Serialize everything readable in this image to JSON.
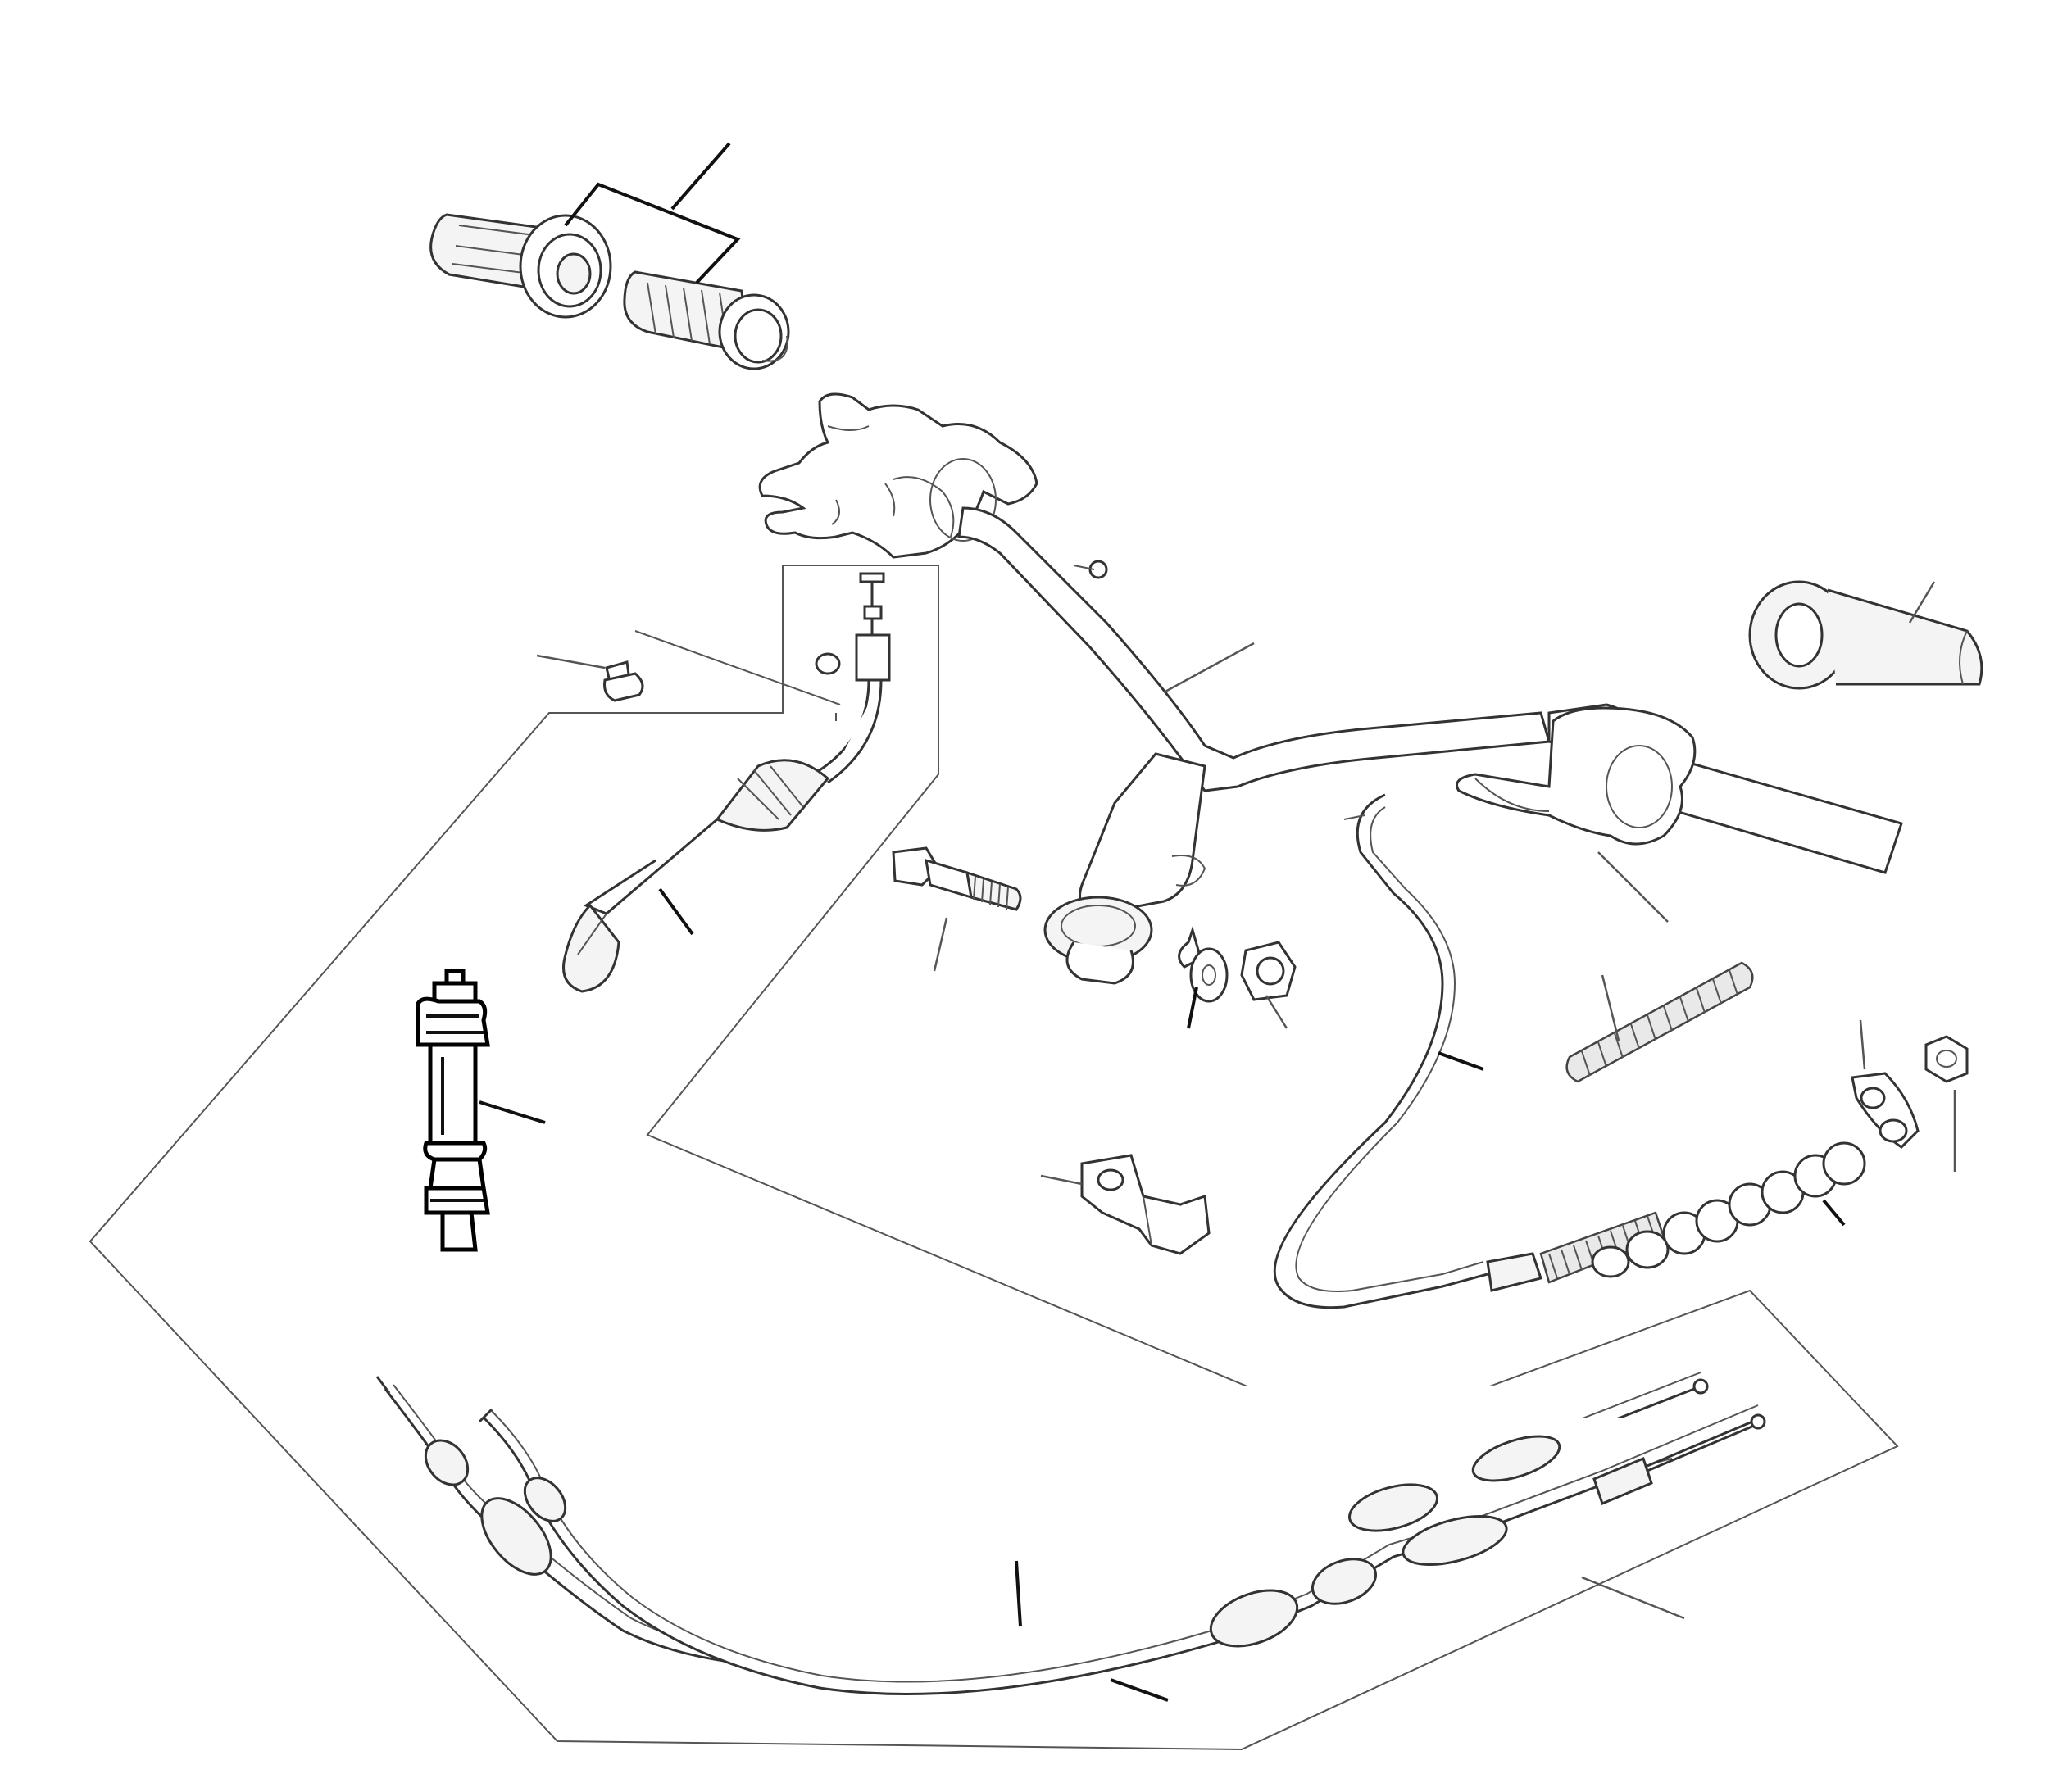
{
  "diagram": {
    "type": "exploded parts diagram",
    "parts": [
      {
        "name": "handlebar-grips-pair"
      },
      {
        "name": "grip-right"
      },
      {
        "name": "handlebar"
      },
      {
        "name": "throttle-housing"
      },
      {
        "name": "brake-lever-switch"
      },
      {
        "name": "choke-plunger"
      },
      {
        "name": "bolt"
      },
      {
        "name": "washer"
      },
      {
        "name": "nut-flange"
      },
      {
        "name": "bracket"
      },
      {
        "name": "clutch-cable"
      },
      {
        "name": "spring"
      },
      {
        "name": "clip"
      },
      {
        "name": "nut"
      },
      {
        "name": "cable-boot"
      },
      {
        "name": "throttle-cables"
      }
    ]
  }
}
